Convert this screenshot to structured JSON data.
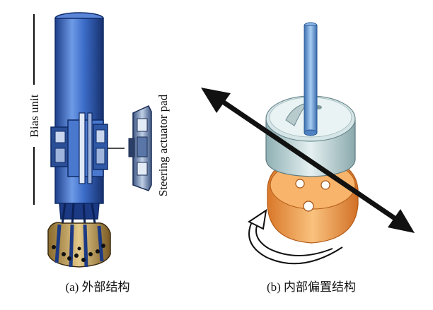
{
  "left_panel": {
    "bias_unit_label": "Bias unit",
    "pad_label": "Steering actuator pad",
    "caption": "(a) 外部结构",
    "colors": {
      "body": "#3a6cc8",
      "bit": "#c9a85a",
      "pad": "#7a94b8"
    }
  },
  "right_panel": {
    "caption": "(b) 内部偏置结构",
    "colors": {
      "upper_disc": "#b9d3d6",
      "lower_disc": "#f0a04a",
      "shaft": "#6f9fd6",
      "arrow": "#111111"
    }
  }
}
